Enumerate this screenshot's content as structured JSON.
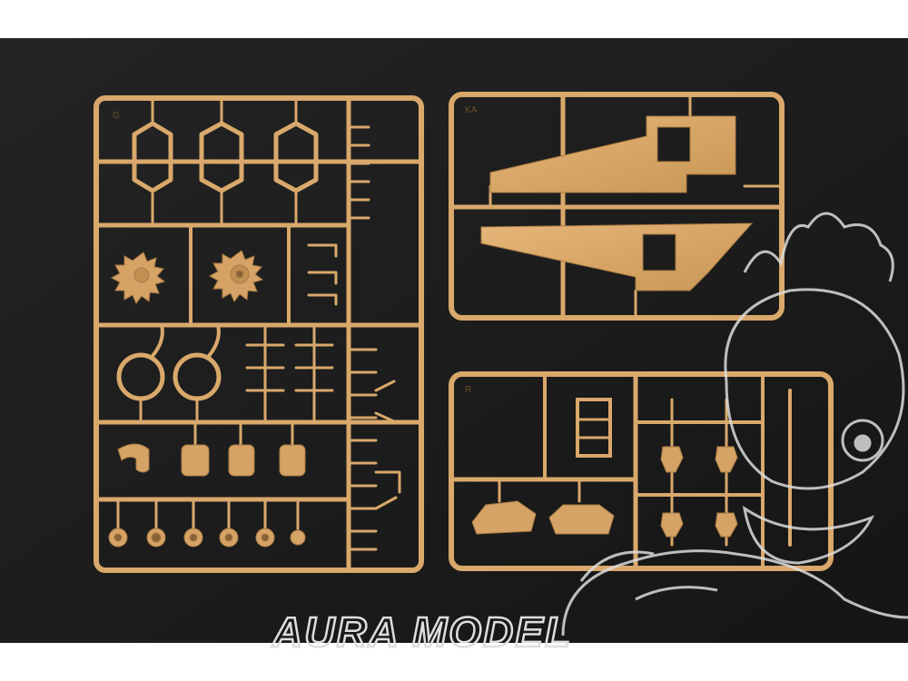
{
  "colors": {
    "background": "#1c1c1c",
    "border": "#ffffff",
    "plastic": "#dcaa6e",
    "plastic_dark": "#b8874d",
    "plastic_shadow": "#8a6235",
    "watermark": "#d8d8d8"
  },
  "sprues": {
    "g": {
      "letter": "G"
    },
    "ka": {
      "letter": "KA"
    },
    "r": {
      "letter": "R"
    }
  },
  "watermark": {
    "text": "AURA MODEL"
  }
}
